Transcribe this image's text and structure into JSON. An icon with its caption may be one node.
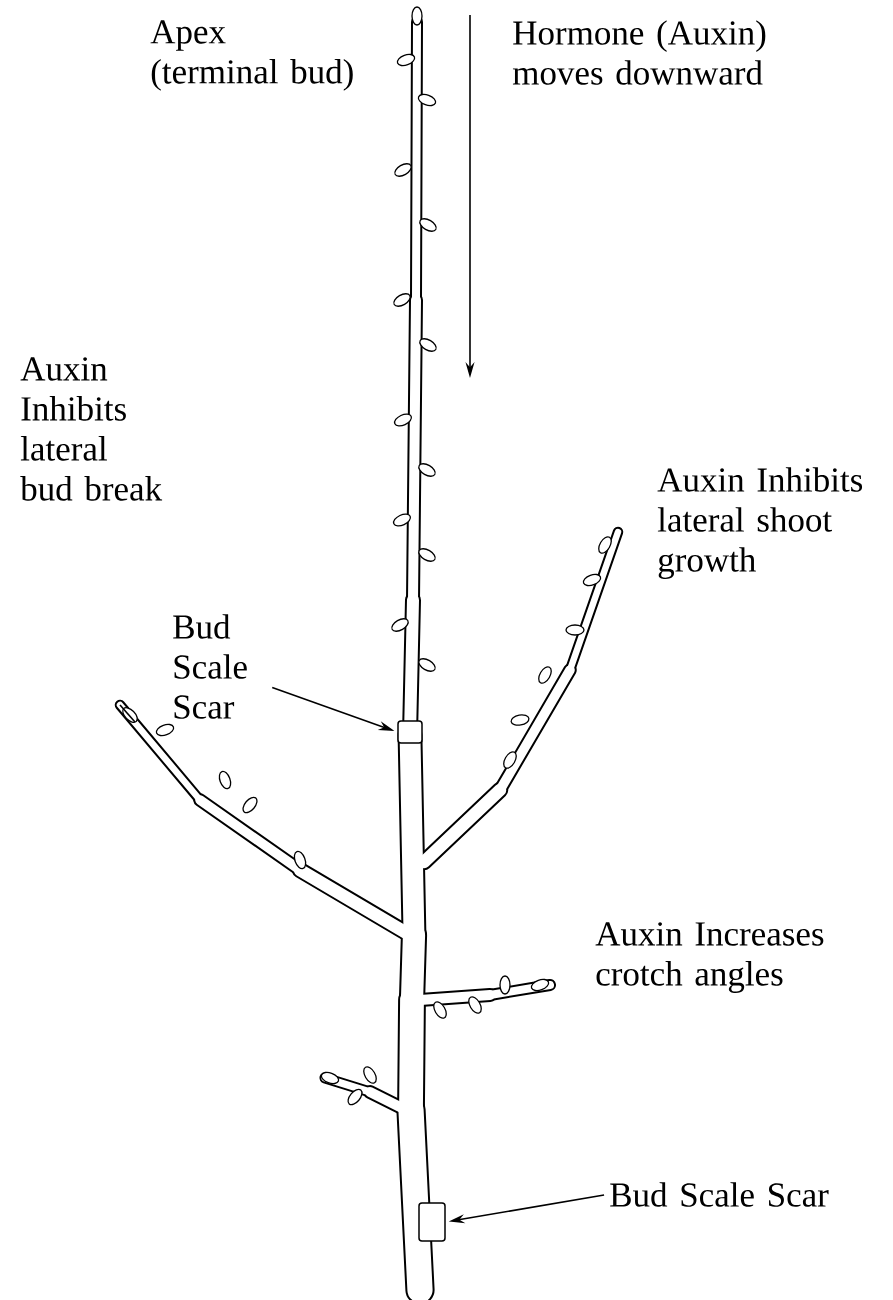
{
  "diagram": {
    "nodes": [
      {
        "text": [
          "Apex (terminal bud)"
        ]
      },
      {
        "text": [
          "Hormone (Auxin) moves downward"
        ]
      },
      {
        "text": [
          "Auxin Inhibits lateral bud break"
        ]
      },
      {
        "text": [
          "Auxin Inhibits lateral shoot growth"
        ]
      },
      {
        "text": [
          "Bud Scale Scar"
        ]
      },
      {
        "text": [],
        "shape": "box"
      },
      {
        "text": [
          "Auxin Increases crotch angles"
        ]
      },
      {
        "text": [
          "Bud Scale Scar"
        ]
      },
      {
        "text": [],
        "shape": "box"
      }
    ],
    "edges": [
      {
        "from": 4,
        "to": 5,
        "arrow": "to"
      },
      {
        "from": 7,
        "to": 8,
        "arrow": "to"
      }
    ]
  }
}
